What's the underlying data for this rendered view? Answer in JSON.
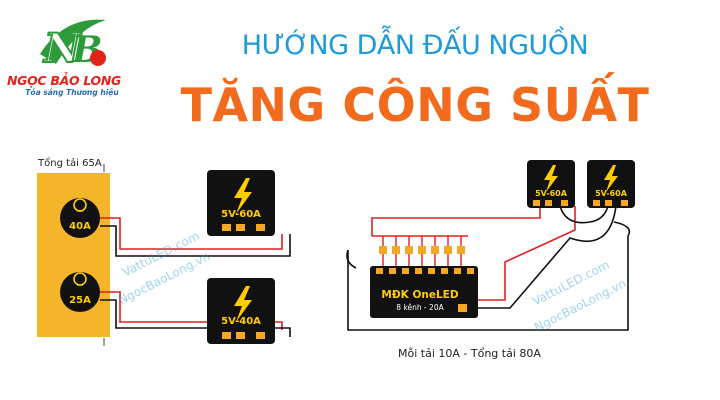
{
  "brand": {
    "name": "NGỌC BẢO LONG",
    "slogan": "Tỏa sáng Thương hiệu"
  },
  "title": {
    "line1": "HƯỚNG DẪN ĐẤU NGUỒN",
    "line2": "TĂNG CÔNG SUẤT"
  },
  "left_diagram": {
    "total_label": "Tổng tải 65A",
    "loads": [
      "40A",
      "25A"
    ],
    "power_supplies": [
      "5V-60A",
      "5V-40A"
    ]
  },
  "right_diagram": {
    "power_supplies": [
      "5V-60A",
      "5V-60A"
    ],
    "controller": {
      "name": "MĐK OneLED",
      "spec": "8 kênh - 20A"
    },
    "caption": "Mỗi tải 10A - Tổng tải 80A"
  },
  "watermarks": [
    "VattuLED.com",
    "NgocBaoLong.vn"
  ],
  "colors": {
    "title_blue": "#1f9bd8",
    "title_orange": "#f26b1d",
    "load_panel": "#f5b52b",
    "device_dark": "#111111",
    "bolt_yellow": "#ffcc00",
    "terminal_orange": "#f7a823",
    "wire_red": "#e02020",
    "logo_green": "#2e9b3a",
    "brand_red": "#e2231a"
  }
}
